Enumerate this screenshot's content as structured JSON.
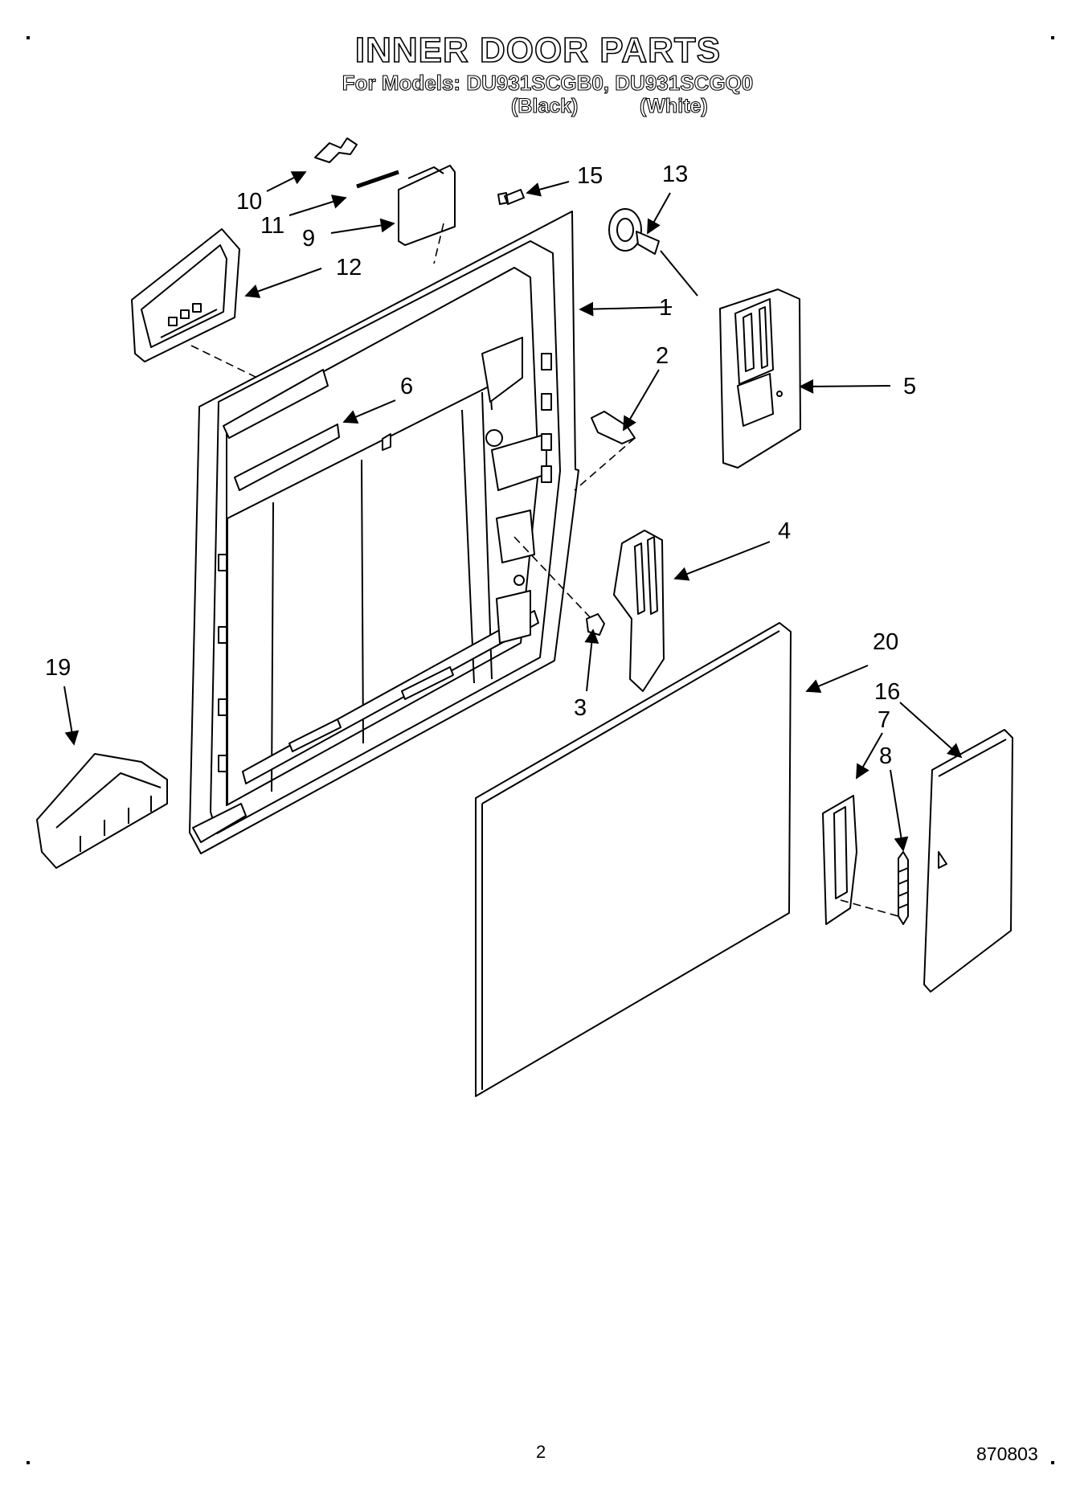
{
  "header": {
    "title": "INNER DOOR PARTS",
    "models_line": "For Models: DU931SCGB0, DU931SCGQ0",
    "variant_black": "(Black)",
    "variant_white": "(White)"
  },
  "callouts": {
    "c1": "1",
    "c2": "2",
    "c3": "3",
    "c4": "4",
    "c5": "5",
    "c6": "6",
    "c7": "7",
    "c8": "8",
    "c9": "9",
    "c10": "10",
    "c11": "11",
    "c12": "12",
    "c13": "13",
    "c15": "15",
    "c16": "16",
    "c19": "19",
    "c20": "20"
  },
  "footer": {
    "page_number": "2",
    "document_number": "870803"
  }
}
